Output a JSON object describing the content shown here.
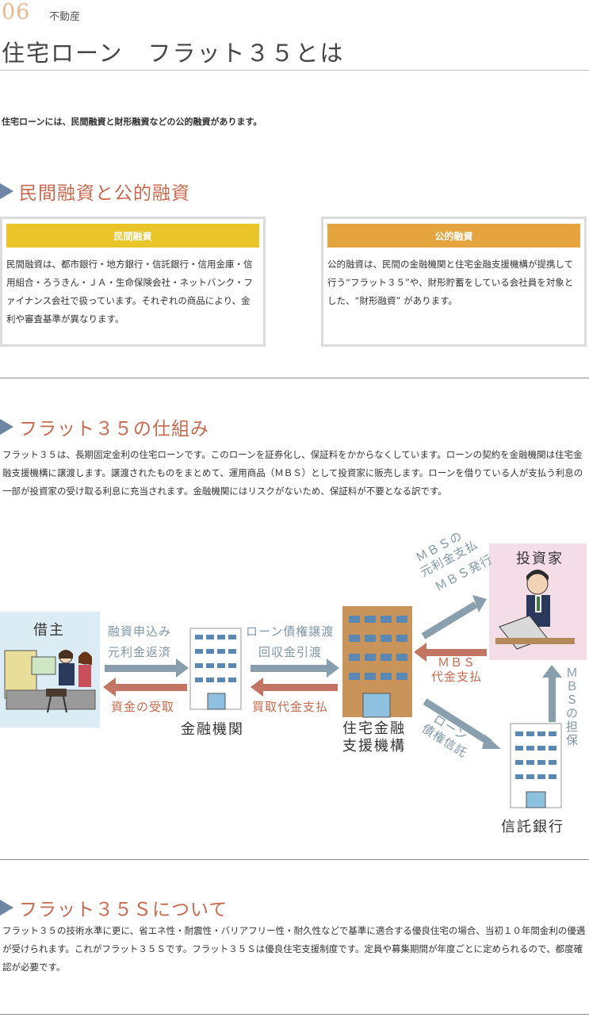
{
  "header": {
    "chapter_number": "06",
    "category": "不動産",
    "title": "住宅ローン　フラット３５とは"
  },
  "intro": "住宅ローンには、民間融資と財形融資などの公的融資があります。",
  "section1": {
    "title": "民間融資と公的融資",
    "private_box": {
      "header": "民間融資",
      "header_color": "#e9c52a",
      "body": "民間融資は、都市銀行・地方銀行・信託銀行・信用金庫・信用組合・ろうきん・ＪＡ・生命保険会社・ネットバンク・ファイナンス会社で扱っています。それぞれの商品により、金利や審査基準が異なります。"
    },
    "public_box": {
      "header": "公的融資",
      "header_color": "#e6a43e",
      "body": "公的融資は、民間の金融機関と住宅金融支援機構が提携して行う“フラット３５”や、財形貯蓄をしている会社員を対象とした、“財形融資” があります。"
    }
  },
  "section2": {
    "title": "フラット３５の仕組み",
    "body": "フラット３５は、長期固定金利の住宅ローンです。このローンを証券化し、保証料をかからなくしています。ローンの契約を金融機関は住宅金融支援機構に譲渡します。譲渡されたものをまとめて、運用商品（ＭＢＳ）として投資家に販売します。ローンを借りている人が支払う利息の一部が投資家の受け取る利息に充当されます。金融機関にはリスクがないため、保証料が不要となる訳です。",
    "diagram": {
      "borrower": "借主",
      "bank": "金融機関",
      "agency_line1": "住宅金融",
      "agency_line2": "支援機構",
      "investor": "投資家",
      "trust_bank": "信託銀行",
      "arrow_borrower_to_bank_line1": "融資申込み",
      "arrow_borrower_to_bank_line2": "元利金返済",
      "arrow_bank_to_borrower": "資金の受取",
      "arrow_bank_to_agency_line1": "ローン債権譲渡",
      "arrow_bank_to_agency_line2": "回収金引渡",
      "arrow_agency_to_bank": "買取代金支払",
      "arrow_agency_to_investor_line1": "ＭＢＳの",
      "arrow_agency_to_investor_line2": "元利金支払",
      "arrow_agency_to_investor_line3": "ＭＢＳ発行",
      "arrow_investor_to_agency_line1": "ＭＢＳ",
      "arrow_investor_to_agency_line2": "代金支払",
      "arrow_agency_to_trust_line1": "ローン",
      "arrow_agency_to_trust_line2": "債権信託",
      "arrow_trust_to_investor": "ＭＢＳの担保",
      "colors": {
        "blue_arrow": "#8a9fae",
        "red_arrow": "#c37563",
        "borrower_bg": "#dcecf5",
        "investor_bg": "#f5dde8",
        "agency_building": "#c8945a"
      }
    }
  },
  "section3": {
    "title": "フラット３５Ｓについて",
    "body": "フラット３５の技術水準に更に、省エネ性・耐震性・バリアフリー性・耐久性などで基準に適合する優良住宅の場合、当初１０年間金利の優遇が受けられます。これがフラット３５Ｓです。フラット３５Ｓは優良住宅支援制度です。定員や募集期間が年度ごとに定められるので、都度確認が必要です。"
  }
}
